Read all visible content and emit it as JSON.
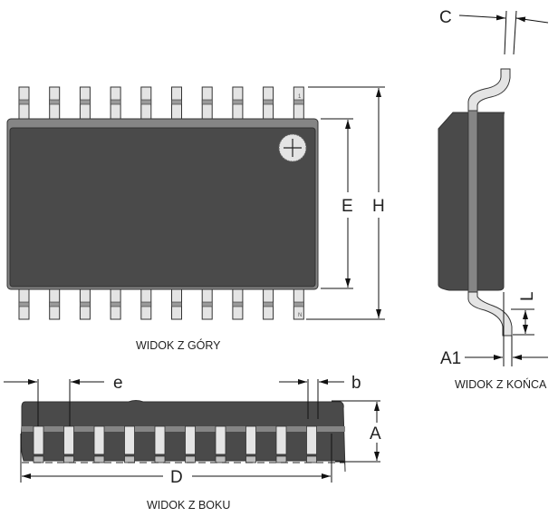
{
  "diagram": {
    "subject": "SOIC package outline drawing",
    "pin_count_per_side": 10,
    "pin_markers": {
      "first": "1",
      "last": "N"
    },
    "views": {
      "top": {
        "caption": "WIDOK Z GÓRY",
        "dims": {
          "E": "E",
          "H": "H"
        }
      },
      "side": {
        "caption": "WIDOK Z BOKU",
        "dims": {
          "e": "e",
          "b": "b",
          "A": "A",
          "D": "D"
        }
      },
      "end": {
        "caption": "WIDOK Z KOŃCA",
        "dims": {
          "C": "C",
          "L": "L",
          "A1": "A1"
        }
      }
    },
    "colors": {
      "body": "#4a4a4a",
      "body_edge": "#7a7a7a",
      "lead": "#e4e4e4",
      "lead_band": "#9a9a9a",
      "line": "#111111"
    }
  }
}
